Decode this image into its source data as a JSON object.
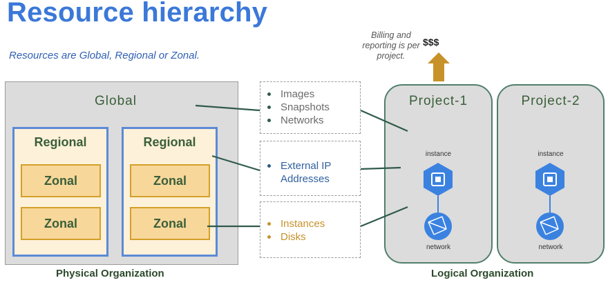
{
  "title": "Resource hierarchy",
  "subtitle": "Resources are Global, Regional or Zonal.",
  "billing_note": "Billing and reporting is per project.",
  "billing_symbol": "$$$",
  "physical": {
    "global_label": "Global",
    "regions": [
      {
        "label": "Regional",
        "zones": [
          "Zonal",
          "Zonal"
        ]
      },
      {
        "label": "Regional",
        "zones": [
          "Zonal",
          "Zonal"
        ]
      }
    ],
    "footer": "Physical Organization"
  },
  "resource_groups": [
    {
      "items": [
        "Images",
        "Snapshots",
        "Networks"
      ],
      "color": "#6b6b6b"
    },
    {
      "items": [
        "External IP",
        "Addresses"
      ],
      "color": "#2f5fa0"
    },
    {
      "items": [
        "Instances",
        "Disks"
      ],
      "color": "#c8922a"
    }
  ],
  "logical": {
    "projects": [
      {
        "label": "Project-1",
        "instance_label": "instance",
        "network_label": "network"
      },
      {
        "label": "Project-2",
        "instance_label": "instance",
        "network_label": "network"
      }
    ],
    "footer": "Logical Organization"
  },
  "colors": {
    "title": "#3b78d8",
    "connector": "#2f5a4a",
    "arrow": "#c8922a",
    "icon": "#3b82e0"
  }
}
